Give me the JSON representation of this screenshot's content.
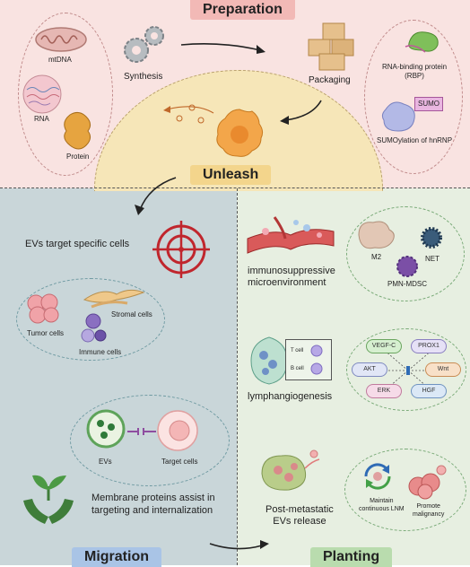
{
  "header": {
    "title": "Preparation"
  },
  "preparation": {
    "mtdna": "mtDNA",
    "rna": "RNA",
    "protein": "Protein",
    "synthesis": "Synthesis",
    "packaging": "Packaging",
    "rbp": "RNA-binding protein\n(RBP)",
    "sumo_badge": "SUMO",
    "sumoylation": "SUMOylation of hnRNP"
  },
  "unleash": {
    "label": "Unleash"
  },
  "migration": {
    "label": "Migration",
    "target_text": "EVs target specific cells",
    "tumor_cells": "Tumor cells",
    "stromal_cells": "Stromal cells",
    "immune_cells": "Immune cells",
    "evs": "EVs",
    "target_cells": "Target cells",
    "membrane_text": "Membrane proteins assist in\ntargeting and internalization"
  },
  "planting": {
    "label": "Planting",
    "immuno_text": "immunosuppressive\nmicroenvironment",
    "m2": "M2",
    "net": "NET",
    "pmn": "PMN-MDSC",
    "t_cell": "T cell",
    "b_cell": "B cell",
    "lymph_text": "lymphangiogenesis",
    "pills": [
      "VEGF-C",
      "PROX1",
      "AKT",
      "Wnt",
      "ERK",
      "HGF"
    ],
    "post_text": "Post-metastatic\nEVs release",
    "maintain": "Maintain\ncontinuous LNM",
    "promote": "Promote\nmalignancy"
  },
  "colors": {
    "prep_bg": "#f9e3e1",
    "migration_bg": "#c9d6d9",
    "planting_bg": "#e7efe1",
    "unleash_bg": "#f6e6b8",
    "prep_tag": "#f2b9b6",
    "migration_tag": "#a9c4e6",
    "planting_tag": "#b9dcae"
  }
}
